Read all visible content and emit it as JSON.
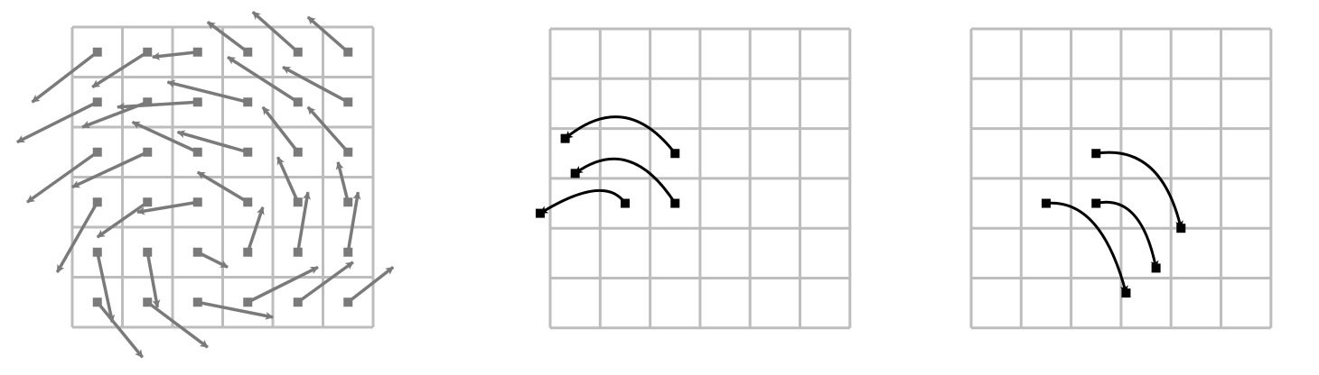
{
  "colors": {
    "background": "#ffffff",
    "grid": "#bdbdbd",
    "field_arrow": "#7a7a7a",
    "trajectory": "#000000"
  },
  "panels": [
    {
      "name": "vector-field",
      "kind": "vector-field",
      "grid_size": 6,
      "arrows": [
        {
          "from": [
            0.5,
            0.5
          ],
          "to": [
            -0.8,
            1.5
          ]
        },
        {
          "from": [
            1.5,
            0.5
          ],
          "to": [
            0.4,
            1.2
          ]
        },
        {
          "from": [
            2.5,
            0.5
          ],
          "to": [
            1.6,
            0.6
          ]
        },
        {
          "from": [
            3.5,
            0.5
          ],
          "to": [
            2.7,
            -0.1
          ]
        },
        {
          "from": [
            4.5,
            0.5
          ],
          "to": [
            3.6,
            -0.3
          ]
        },
        {
          "from": [
            5.5,
            0.5
          ],
          "to": [
            4.7,
            -0.2
          ]
        },
        {
          "from": [
            0.5,
            1.5
          ],
          "to": [
            -1.1,
            2.3
          ]
        },
        {
          "from": [
            1.5,
            1.5
          ],
          "to": [
            0.2,
            2.0
          ]
        },
        {
          "from": [
            2.5,
            1.5
          ],
          "to": [
            0.9,
            1.6
          ]
        },
        {
          "from": [
            3.5,
            1.5
          ],
          "to": [
            1.9,
            1.1
          ]
        },
        {
          "from": [
            4.5,
            1.5
          ],
          "to": [
            3.1,
            0.6
          ]
        },
        {
          "from": [
            5.5,
            1.5
          ],
          "to": [
            4.2,
            0.8
          ]
        },
        {
          "from": [
            0.5,
            2.5
          ],
          "to": [
            -0.9,
            3.5
          ]
        },
        {
          "from": [
            1.5,
            2.5
          ],
          "to": [
            0.0,
            3.2
          ]
        },
        {
          "from": [
            2.5,
            2.5
          ],
          "to": [
            1.2,
            1.9
          ]
        },
        {
          "from": [
            3.5,
            2.5
          ],
          "to": [
            2.1,
            2.1
          ]
        },
        {
          "from": [
            4.5,
            2.5
          ],
          "to": [
            3.8,
            1.6
          ]
        },
        {
          "from": [
            5.5,
            2.5
          ],
          "to": [
            4.7,
            1.6
          ]
        },
        {
          "from": [
            0.5,
            3.5
          ],
          "to": [
            -0.3,
            4.9
          ]
        },
        {
          "from": [
            1.5,
            3.5
          ],
          "to": [
            0.5,
            4.2
          ]
        },
        {
          "from": [
            2.5,
            3.5
          ],
          "to": [
            1.3,
            3.7
          ]
        },
        {
          "from": [
            3.5,
            3.5
          ],
          "to": [
            2.5,
            2.9
          ]
        },
        {
          "from": [
            4.5,
            3.5
          ],
          "to": [
            4.1,
            2.6
          ]
        },
        {
          "from": [
            5.5,
            3.5
          ],
          "to": [
            5.3,
            2.7
          ]
        },
        {
          "from": [
            0.5,
            4.5
          ],
          "to": [
            0.8,
            5.9
          ]
        },
        {
          "from": [
            1.5,
            4.5
          ],
          "to": [
            1.7,
            5.6
          ]
        },
        {
          "from": [
            2.5,
            4.5
          ],
          "to": [
            3.1,
            4.8
          ]
        },
        {
          "from": [
            3.5,
            4.5
          ],
          "to": [
            3.8,
            3.6
          ]
        },
        {
          "from": [
            4.5,
            4.5
          ],
          "to": [
            4.7,
            3.3
          ]
        },
        {
          "from": [
            5.5,
            4.5
          ],
          "to": [
            5.7,
            3.3
          ]
        },
        {
          "from": [
            0.5,
            5.5
          ],
          "to": [
            1.4,
            6.6
          ]
        },
        {
          "from": [
            1.5,
            5.5
          ],
          "to": [
            2.7,
            6.4
          ]
        },
        {
          "from": [
            2.5,
            5.5
          ],
          "to": [
            4.0,
            5.8
          ]
        },
        {
          "from": [
            3.5,
            5.5
          ],
          "to": [
            4.9,
            4.8
          ]
        },
        {
          "from": [
            4.5,
            5.5
          ],
          "to": [
            5.6,
            4.7
          ]
        },
        {
          "from": [
            5.5,
            5.5
          ],
          "to": [
            6.4,
            4.8
          ]
        }
      ]
    },
    {
      "name": "trajectories-left",
      "kind": "trajectories",
      "grid_size": 6,
      "paths": [
        {
          "from": [
            2.5,
            2.5
          ],
          "ctrl": [
            1.5,
            1.2
          ],
          "to": [
            0.3,
            2.2
          ]
        },
        {
          "from": [
            2.5,
            3.5
          ],
          "ctrl": [
            1.6,
            2.1
          ],
          "to": [
            0.5,
            2.9
          ]
        },
        {
          "from": [
            1.5,
            3.5
          ],
          "ctrl": [
            1.1,
            2.9
          ],
          "to": [
            -0.2,
            3.7
          ]
        }
      ]
    },
    {
      "name": "trajectories-right",
      "kind": "trajectories",
      "grid_size": 6,
      "paths": [
        {
          "from": [
            2.5,
            2.5
          ],
          "ctrl": [
            3.8,
            2.3
          ],
          "to": [
            4.2,
            4.0
          ]
        },
        {
          "from": [
            2.5,
            3.5
          ],
          "ctrl": [
            3.4,
            3.3
          ],
          "to": [
            3.7,
            4.8
          ]
        },
        {
          "from": [
            1.5,
            3.5
          ],
          "ctrl": [
            2.6,
            3.4
          ],
          "to": [
            3.1,
            5.3
          ]
        }
      ]
    }
  ]
}
